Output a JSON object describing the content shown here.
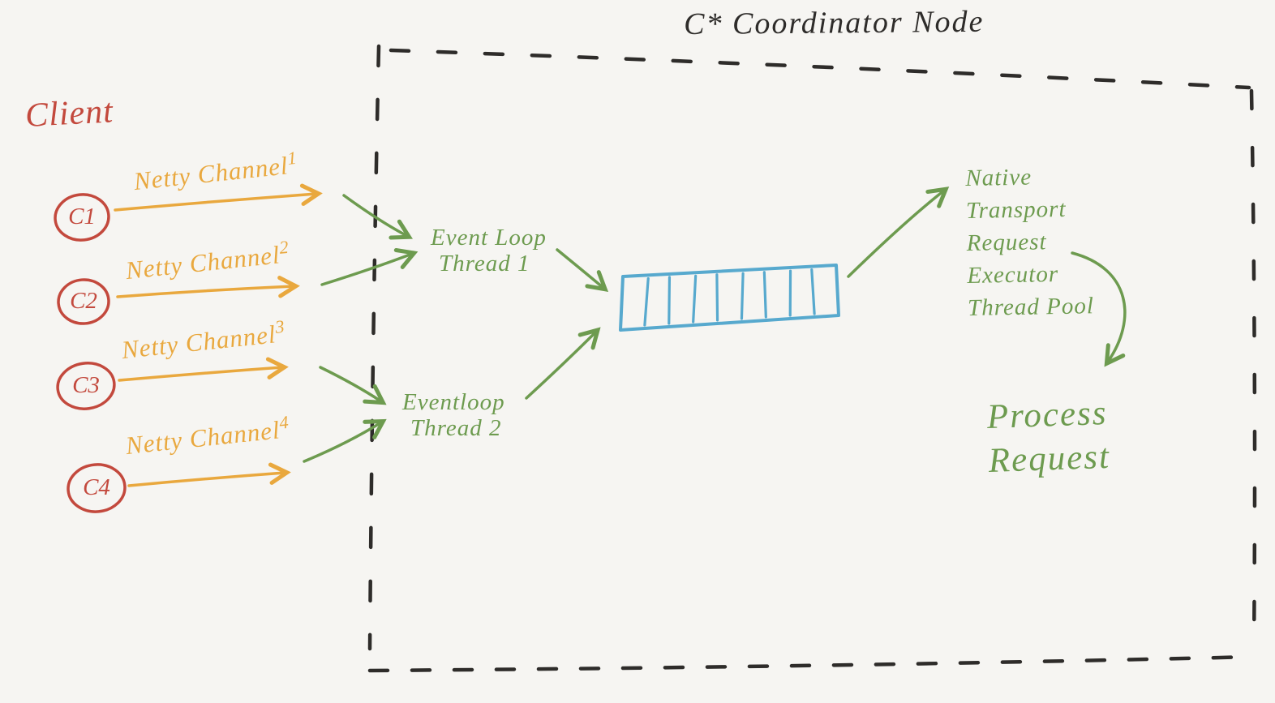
{
  "title": "C* Coordinator Node",
  "client": {
    "label": "Client",
    "nodes": [
      {
        "id": "C1",
        "channel": "Netty Channel",
        "channel_num": "1"
      },
      {
        "id": "C2",
        "channel": "Netty Channel",
        "channel_num": "2"
      },
      {
        "id": "C3",
        "channel": "Netty Channel",
        "channel_num": "3"
      },
      {
        "id": "C4",
        "channel": "Netty Channel",
        "channel_num": "4"
      }
    ]
  },
  "event_loops": [
    {
      "line1": "Event Loop",
      "line2": "Thread 1"
    },
    {
      "line1": "Eventloop",
      "line2": "Thread 2"
    }
  ],
  "queue": {
    "slots": 8
  },
  "executor": {
    "lines": [
      "Native",
      "Transport",
      "Request",
      "Executor",
      "Thread Pool"
    ]
  },
  "process": {
    "lines": [
      "Process",
      "Request"
    ]
  },
  "colors": {
    "red": "#c3493d",
    "orange": "#e9a83e",
    "green": "#6d9b4f",
    "blue": "#57a9ce",
    "ink": "#2e2c2a",
    "background": "#f6f5f2"
  }
}
